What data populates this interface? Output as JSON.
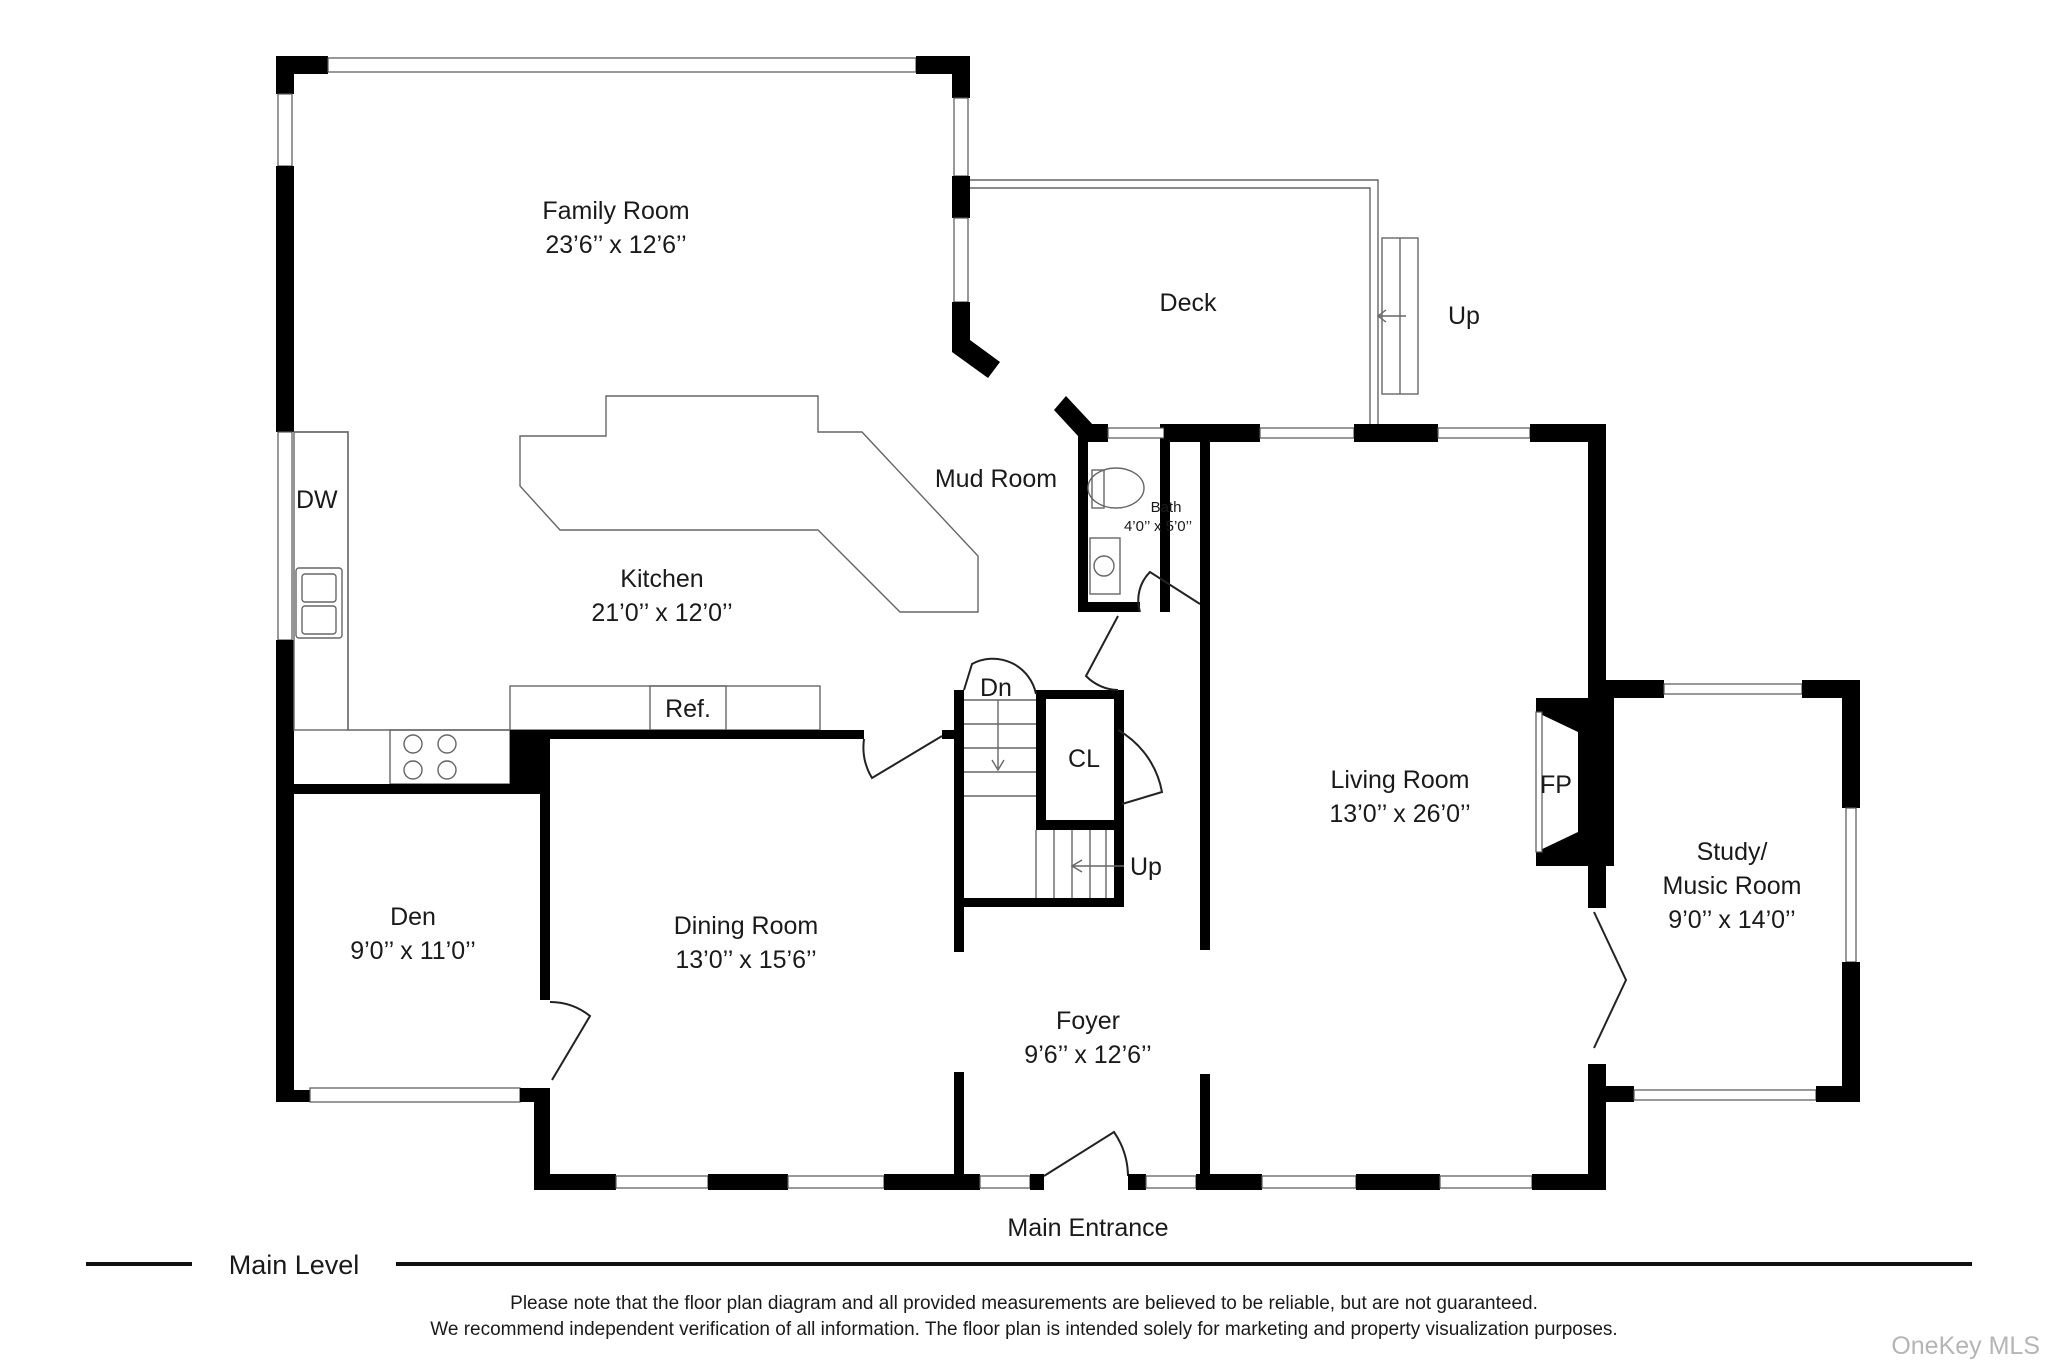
{
  "rooms": {
    "family_room": {
      "name": "Family Room",
      "dims": "23’6’’ x 12’6’’"
    },
    "kitchen": {
      "name": "Kitchen",
      "dims": "21’0’’ x 12’0’’"
    },
    "deck": {
      "name": "Deck"
    },
    "mud_room": {
      "name": "Mud Room"
    },
    "bath": {
      "name": "Bath",
      "dims": "4’0’’ x 5’0’’"
    },
    "living_room": {
      "name": "Living Room",
      "dims": "13’0’’ x 26’0’’"
    },
    "study": {
      "name_line1": "Study/",
      "name_line2": "Music Room",
      "dims": "9’0’’ x 14’0’’"
    },
    "den": {
      "name": "Den",
      "dims": "9’0’’ x 11’0’’"
    },
    "dining_room": {
      "name": "Dining Room",
      "dims": "13’0’’ x 15’6’’"
    },
    "foyer": {
      "name": "Foyer",
      "dims": "9’6’’ x 12’6’’"
    }
  },
  "fixtures": {
    "dishwasher": "DW",
    "refrigerator": "Ref.",
    "closet": "CL",
    "fireplace": "FP",
    "stairs_down": "Dn",
    "stairs_up": "Up",
    "deck_stairs_up": "Up"
  },
  "entrance": "Main Entrance",
  "level": "Main Level",
  "disclaimer": {
    "line1": "Please note that the floor plan diagram and all provided measurements are believed to be reliable, but are not guaranteed.",
    "line2": "We recommend independent verification of all information. The floor plan is intended solely for marketing and property visualization purposes."
  },
  "watermark": "OneKey MLS"
}
